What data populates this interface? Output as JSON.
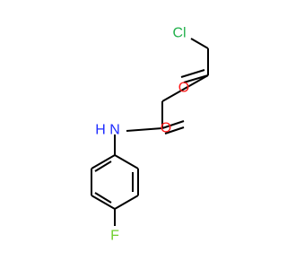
{
  "colors": {
    "Cl": "#22b14c",
    "O": "#ff1a1a",
    "N": "#1f2dff",
    "H": "#1f2dff",
    "F": "#70cf2f",
    "bond": "#000000"
  },
  "atom_labels": {
    "chlorine": "Cl",
    "ketone_oxygen": "O",
    "amide_oxygen": "O",
    "nitrogen": "N",
    "hydrogen": "H",
    "fluorine": "F"
  }
}
